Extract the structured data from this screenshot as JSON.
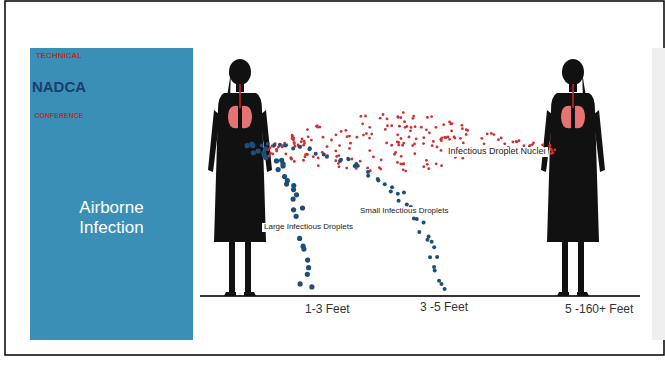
{
  "diagram": {
    "nodes": [
      {
        "text": [
          "TECHNICAL",
          "NADCA",
          "CONFERENCE"
        ]
      },
      {
        "text": [
          "Airborne Infection"
        ]
      }
    ],
    "labels": [
      "Infectious Droplet Nuclei",
      "Small Infectious Droplets",
      "Large Infectious Droplets",
      "1-3 Feet",
      "3 -5 Feet",
      "5 -160+ Feet"
    ]
  }
}
